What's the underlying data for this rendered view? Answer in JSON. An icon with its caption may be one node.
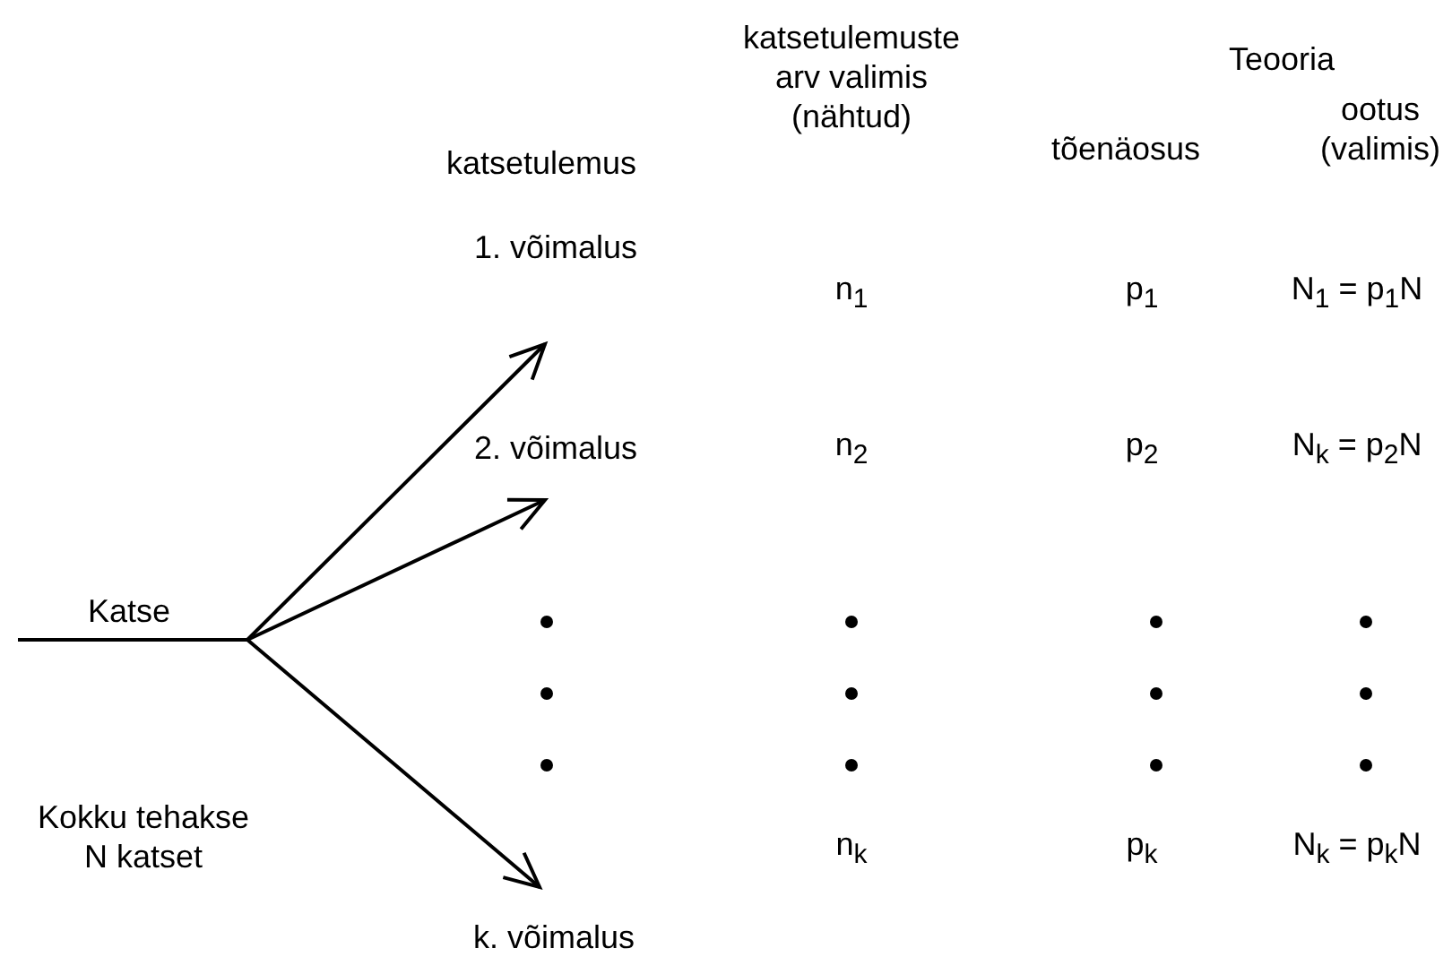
{
  "diagram": {
    "nodes": [
      {
        "text": [
          "1. võimalus"
        ]
      },
      {
        "text": [
          "2. võimalus"
        ]
      },
      {
        "text": [
          "k. võimalus"
        ]
      }
    ],
    "edges": [
      {
        "from": null,
        "to": 0,
        "arrow": "to",
        "label": "Katse"
      },
      {
        "from": null,
        "to": 1,
        "arrow": "to"
      },
      {
        "from": null,
        "to": 2,
        "arrow": "to"
      }
    ],
    "labels": [
      "katsetulemus",
      "katsetulemuste arv valimis (nähtud)",
      "Teooria",
      "tõenäosus",
      "ootus (valimis)",
      "n$_{1}$",
      "p$_{1}$",
      "N$_{1}$ = p$_{1}$N",
      "n$_{2}$",
      "p$_{2}$",
      "N$_{k}$ = p$_{2}$N",
      "Kokku tehakse N katset",
      "n$_{k}$",
      "p$_{k}$",
      "N$_{k}$ = p$_{k}$N"
    ]
  }
}
